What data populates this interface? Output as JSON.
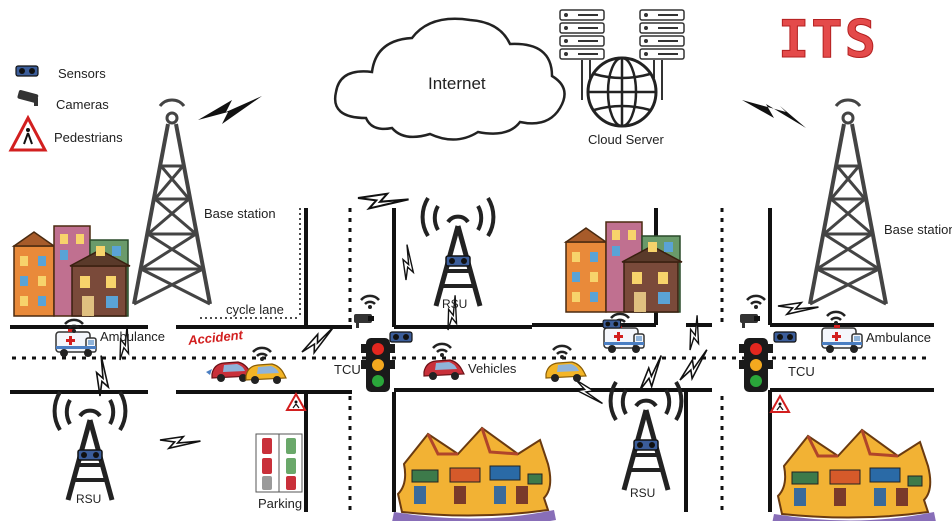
{
  "title": "ITS",
  "legend": [
    {
      "icon": "sensor-icon",
      "label": "Sensors"
    },
    {
      "icon": "camera-icon",
      "label": "Cameras"
    },
    {
      "icon": "pedestrian-sign-icon",
      "label": "Pedestrians"
    }
  ],
  "cloud": {
    "label": "Internet"
  },
  "server": {
    "label": "Cloud Server"
  },
  "labels": {
    "base_station_left": "Base station",
    "base_station_right": "Base station",
    "cycle_lane": "cycle lane",
    "ambulance_left": "Ambulance",
    "ambulance_right": "Ambulance",
    "accident": "Accident",
    "tcu_left": "TCU",
    "tcu_right": "TCU",
    "vehicles": "Vehicles",
    "rsu_top": "RSU",
    "rsu_bottom_left": "RSU",
    "rsu_bottom_right": "RSU",
    "parking": "Parking"
  },
  "colors": {
    "title": "#e44a4a",
    "accident": "#d21f1f",
    "tower": "#444444",
    "road": "#111111"
  }
}
